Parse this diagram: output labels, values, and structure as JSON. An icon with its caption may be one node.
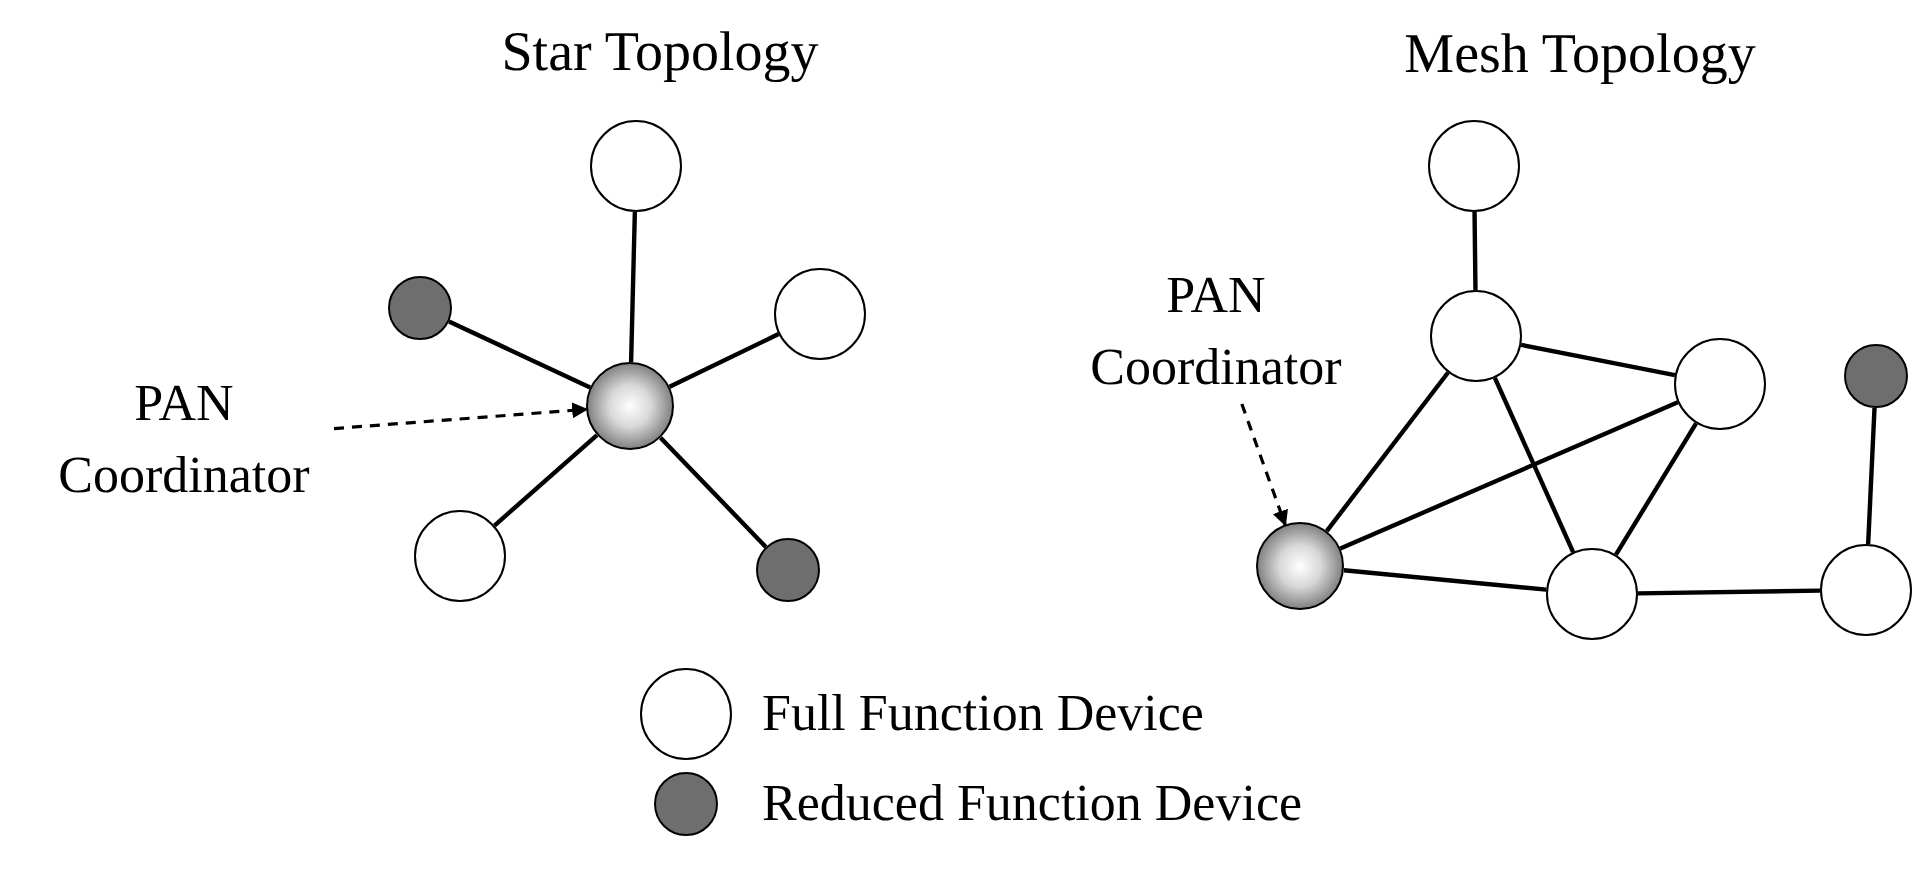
{
  "diagram": {
    "nodes": [
      {
        "text": [],
        "shape": "circle"
      },
      {
        "text": [],
        "shape": "dot"
      },
      {
        "text": [],
        "shape": "circle"
      },
      {
        "text": [
          "PAN Coordinator"
        ]
      },
      {
        "text": [],
        "shape": "sphere"
      },
      {
        "text": [],
        "shape": "circle"
      },
      {
        "text": [],
        "shape": "dot"
      },
      {
        "text": [],
        "shape": "circle"
      },
      {
        "text": [
          "PAN Coordinator"
        ]
      },
      {
        "text": [],
        "shape": "circle"
      },
      {
        "text": [],
        "shape": "circle"
      },
      {
        "text": [],
        "shape": "dot"
      },
      {
        "text": [],
        "shape": "sphere"
      },
      {
        "text": [],
        "shape": "circle"
      },
      {
        "text": [],
        "shape": "circle"
      }
    ],
    "edges": [
      {
        "from": 4,
        "to": 0,
        "arrow": "none"
      },
      {
        "from": 4,
        "to": 1,
        "arrow": "none"
      },
      {
        "from": 4,
        "to": 2,
        "arrow": "none"
      },
      {
        "from": 4,
        "to": 5,
        "arrow": "none"
      },
      {
        "from": 4,
        "to": 6,
        "arrow": "none"
      },
      {
        "from": 3,
        "to": 4,
        "arrow": "to",
        "style": "dashed"
      },
      {
        "from": 7,
        "to": 9,
        "arrow": "none"
      },
      {
        "from": 9,
        "to": 10,
        "arrow": "none"
      },
      {
        "from": 9,
        "to": 12,
        "arrow": "none"
      },
      {
        "from": 9,
        "to": 13,
        "arrow": "none"
      },
      {
        "from": 12,
        "to": 10,
        "arrow": "none"
      },
      {
        "from": 12,
        "to": 13,
        "arrow": "none"
      },
      {
        "from": 10,
        "to": 13,
        "arrow": "none"
      },
      {
        "from": 13,
        "to": 14,
        "arrow": "none"
      },
      {
        "from": 11,
        "to": 14,
        "arrow": "none"
      },
      {
        "from": 8,
        "to": 12,
        "arrow": "to",
        "style": "dashed"
      }
    ],
    "labels": [
      "Star Topology",
      "Mesh Topology"
    ],
    "legend": [
      {
        "text": "Full Function Device",
        "color": "#ffffff"
      },
      {
        "text": "Reduced Function Device",
        "color": "#6e6e6e"
      }
    ]
  }
}
